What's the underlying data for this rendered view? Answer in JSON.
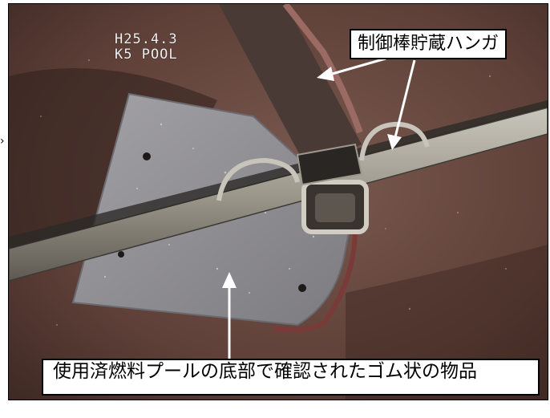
{
  "image": {
    "date_stamp": "H25.4.3",
    "location_stamp": "K5 POOL"
  },
  "annotations": {
    "hanger_label": "制御棒貯蔵ハンガ",
    "object_label": "使用済燃料プールの底部で確認されたゴム状の物品",
    "edge_glyph": "›"
  }
}
